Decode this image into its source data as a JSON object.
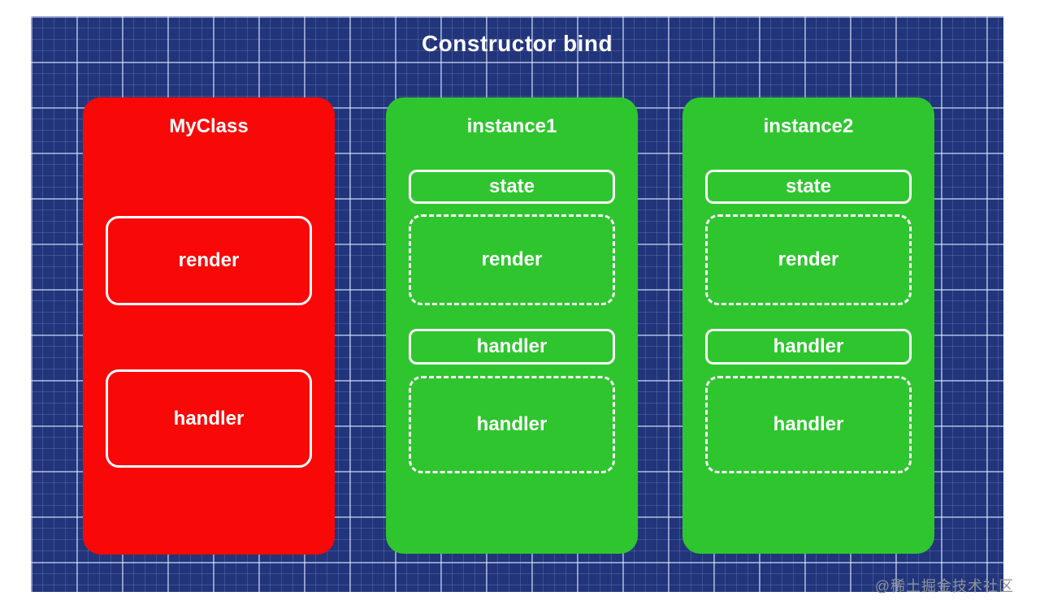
{
  "title": "Constructor bind",
  "colors": {
    "panel_background": "#22357a",
    "card_red": "#f90808",
    "card_green": "#2fc52f",
    "text": "#ffffff",
    "watermark": "#8e939b"
  },
  "cards": [
    {
      "title": "MyClass",
      "color": "red",
      "boxes": [
        {
          "label": "render",
          "border": "solid",
          "size": "large"
        },
        {
          "label": "handler",
          "border": "solid",
          "size": "large"
        }
      ]
    },
    {
      "title": "instance1",
      "color": "green",
      "boxes": [
        {
          "label": "state",
          "border": "solid",
          "size": "small"
        },
        {
          "label": "render",
          "border": "dashed",
          "size": "large"
        },
        {
          "label": "handler",
          "border": "solid",
          "size": "small"
        },
        {
          "label": "handler",
          "border": "dashed",
          "size": "large"
        }
      ]
    },
    {
      "title": "instance2",
      "color": "green",
      "boxes": [
        {
          "label": "state",
          "border": "solid",
          "size": "small"
        },
        {
          "label": "render",
          "border": "dashed",
          "size": "large"
        },
        {
          "label": "handler",
          "border": "solid",
          "size": "small"
        },
        {
          "label": "handler",
          "border": "dashed",
          "size": "large"
        }
      ]
    }
  ],
  "watermark": "@稀土掘金技术社区"
}
